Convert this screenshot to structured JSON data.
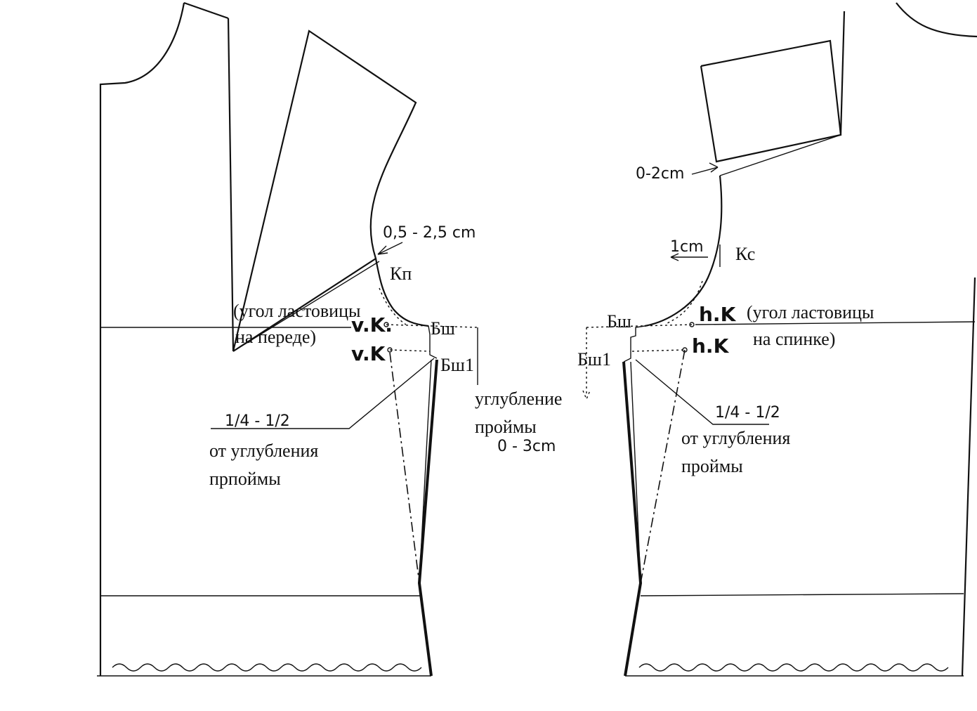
{
  "front": {
    "kp": "Кп",
    "dart_measure": "0,5 - 2,5 cm",
    "gusset_angle_line1": "(угол ластовицы",
    "gusset_angle_line2": "на переде)",
    "vk_upper": "v.K.",
    "vk_lower": "v.K",
    "bsh": "Бш",
    "bsh1": "Бш1",
    "fraction": "1/4 - 1/2",
    "depth_line1": "от углубления",
    "depth_line2": "прпоймы"
  },
  "center": {
    "line1": "углубление",
    "line2": "проймы",
    "measure": "0 - 3cm"
  },
  "back": {
    "kc": "Кс",
    "dart_measure": "0-2cm",
    "one_cm": "1cm",
    "hk_upper": "h.K",
    "hk_lower": "h.K",
    "gusset_angle_line1": "(угол ластовицы",
    "gusset_angle_line2": "на спинке)",
    "bsh": "Бш",
    "bsh1": "Бш1",
    "fraction": "1/4 - 1/2",
    "depth_line1": "от углубления",
    "depth_line2": "проймы"
  }
}
